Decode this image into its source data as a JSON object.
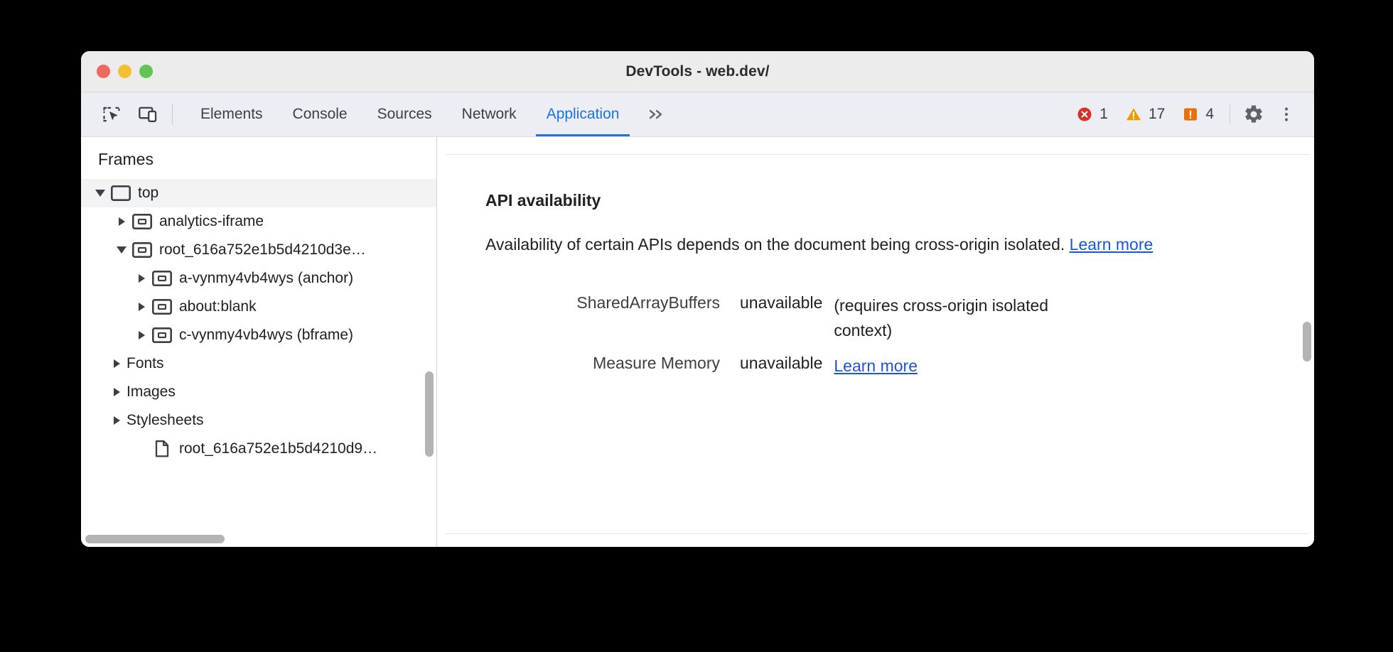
{
  "window": {
    "title": "DevTools - web.dev/",
    "traffic_lights": [
      "close-red",
      "minimize-yellow",
      "zoom-green"
    ]
  },
  "toolbar": {
    "inspect_icon": "inspect-element-icon",
    "device_icon": "device-toolbar-icon",
    "tabs": [
      {
        "label": "Elements",
        "active": false
      },
      {
        "label": "Console",
        "active": false
      },
      {
        "label": "Sources",
        "active": false
      },
      {
        "label": "Network",
        "active": false
      },
      {
        "label": "Application",
        "active": true
      }
    ],
    "more_tabs_label": "»",
    "counters": [
      {
        "icon": "error-icon",
        "count": "1",
        "color": "#d93025"
      },
      {
        "icon": "warning-icon",
        "count": "17",
        "color": "#f29900"
      },
      {
        "icon": "issue-icon",
        "count": "4",
        "color": "#e8710a"
      }
    ],
    "settings_icon": "gear-icon",
    "menu_icon": "more-vertical-icon"
  },
  "sidebar": {
    "header": "Frames",
    "tree": [
      {
        "label": "top",
        "depth": 0,
        "arrow": "open",
        "icon": "frame-top-icon",
        "selected": true
      },
      {
        "label": "analytics-iframe",
        "depth": 1,
        "arrow": "closed",
        "icon": "frame-icon",
        "selected": false
      },
      {
        "label": "root_616a752e1b5d4210d3e…",
        "depth": 1,
        "arrow": "open",
        "icon": "frame-icon",
        "selected": false
      },
      {
        "label": "a-vynmy4vb4wys (anchor)",
        "depth": 2,
        "arrow": "closed",
        "icon": "frame-icon",
        "selected": false
      },
      {
        "label": "about:blank",
        "depth": 2,
        "arrow": "closed",
        "icon": "frame-icon",
        "selected": false
      },
      {
        "label": "c-vynmy4vb4wys (bframe)",
        "depth": 2,
        "arrow": "closed",
        "icon": "frame-icon",
        "selected": false
      },
      {
        "label": "Fonts",
        "depth": 1,
        "arrow": "closed",
        "icon": "none",
        "selected": false
      },
      {
        "label": "Images",
        "depth": 1,
        "arrow": "closed",
        "icon": "none",
        "selected": false
      },
      {
        "label": "Stylesheets",
        "depth": 1,
        "arrow": "closed",
        "icon": "none",
        "selected": false
      },
      {
        "label": "root_616a752e1b5d4210d9…",
        "depth": 2,
        "arrow": "none",
        "icon": "document-icon",
        "selected": false
      }
    ],
    "scrollbar_vertical": "sidebar-vertical-scrollbar",
    "scrollbar_horizontal": "sidebar-horizontal-scrollbar"
  },
  "main": {
    "section_title": "API availability",
    "paragraph_part1": "Availability of certain APIs depends on the document being cross-origin isolated. ",
    "paragraph_link": "Learn more",
    "rows": [
      {
        "key": "SharedArrayBuffers",
        "value": "unavailable",
        "note": "(requires cross-origin isolated context)",
        "note_link": ""
      },
      {
        "key": "Measure Memory",
        "value": "unavailable",
        "note": "",
        "note_link": "Learn more"
      }
    ],
    "scrollbar_vertical": "main-vertical-scrollbar"
  },
  "colors": {
    "accent": "#1a73e8",
    "link": "#1a56db",
    "error": "#d93025",
    "warning": "#f29900",
    "issue": "#e8710a",
    "titlebar": "#ececec",
    "tabbar": "#eceef4"
  }
}
